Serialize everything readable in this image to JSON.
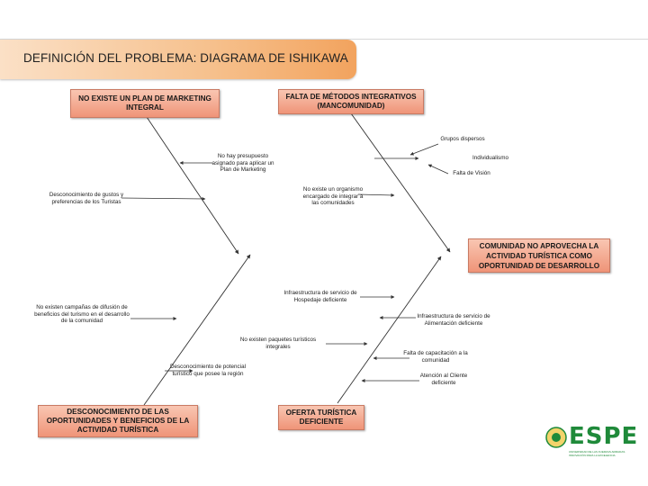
{
  "title": "DEFINICIÓN DEL PROBLEMA: DIAGRAMA DE ISHIKAWA",
  "effect": "COMUNIDAD NO APROVECHA LA ACTIVIDAD TURÍSTICA COMO OPORTUNIDAD DE DESARROLLO",
  "categories": {
    "top_left": "NO EXISTE UN PLAN DE MARKETING INTEGRAL",
    "top_right": "FALTA DE MÉTODOS INTEGRATIVOS (MANCOMUNIDAD)",
    "bottom_left": "DESCONOCIMIENTO DE LAS OPORTUNIDADES Y BENEFICIOS DE LA ACTIVIDAD TURÍSTICA",
    "bottom_right": "OFERTA TURÍSTICA DEFICIENTE"
  },
  "causes": {
    "no_presupuesto": "No hay presupuesto asignado para aplicar un Plan de Marketing",
    "desconocimiento_gustos": "Desconocimiento de gustos y preferencias de los Turistas",
    "grupos_dispersos": "Grupos dispersos",
    "individualismo": "Individualismo",
    "falta_vision": "Falta de Visión",
    "no_existe_organismo": "No existe un organismo encargado de integrar a las comunidades",
    "campanas_difusion": "No existen campañas de difusión de beneficios del turismo en el desarrollo de la comunidad",
    "desconocimiento_potencial": "Desconocimiento de potencial turístico que posee la región",
    "infra_hospedaje": "Infraestructura de servicio de Hospedaje deficiente",
    "infra_alimentacion": "Infraestructura de servicio de Alimentación deficiente",
    "paquetes": "No existen paquetes turísticos integrales",
    "capacitacion": "Falta de capacitación a la comunidad",
    "atencion": "Atención al Cliente deficiente"
  },
  "logo": {
    "text": "ESPE",
    "subtitle": "UNIVERSIDAD DE LAS FUERZAS ARMADAS INNOVACIÓN PARA LA EXCELENCIA"
  },
  "colors": {
    "box_fill": "#ef9478",
    "title_fill": "#f6c08c",
    "logo_green": "#1f8a3a"
  }
}
